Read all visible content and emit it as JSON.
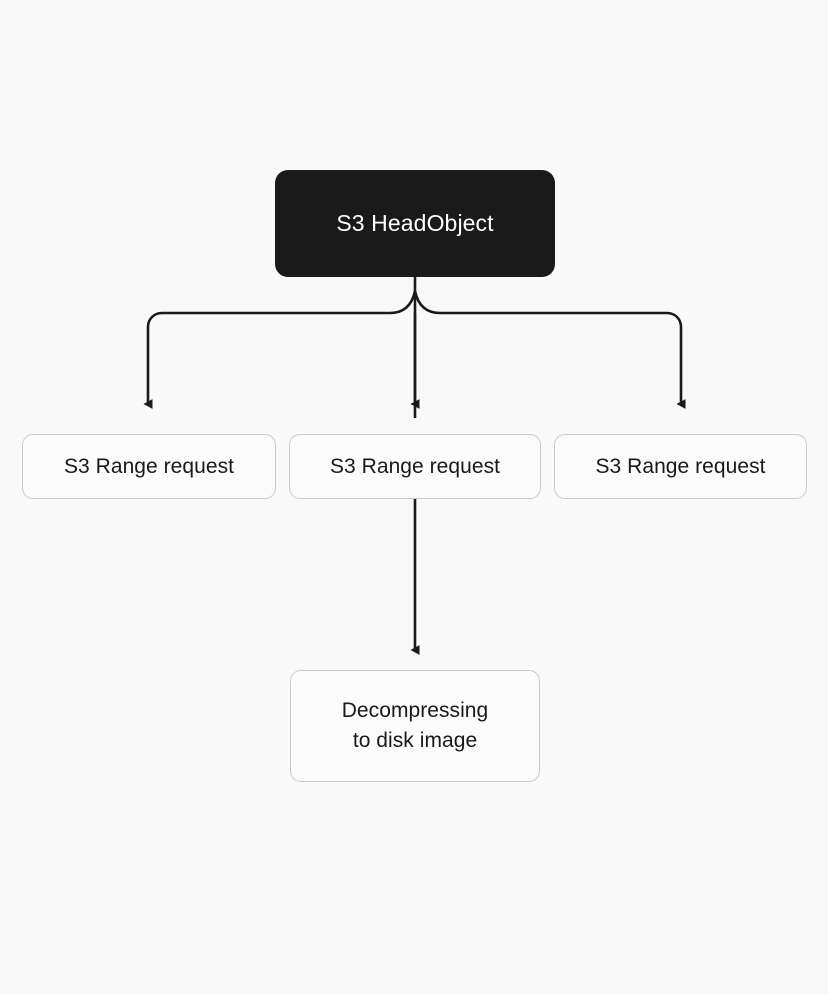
{
  "diagram": {
    "type": "flowchart",
    "direction": "top-down",
    "background_color": "#f9f9f9",
    "nodes": {
      "root": {
        "label": "S3 HeadObject",
        "style": "filled-dark",
        "fill_color": "#1a1a1a",
        "text_color": "#ffffff"
      },
      "branch_left": {
        "label": "S3 Range request",
        "style": "outlined-light",
        "fill_color": "#fbfbfb",
        "border_color": "#c9c9c9",
        "text_color": "#191919"
      },
      "branch_center": {
        "label": "S3 Range request",
        "style": "outlined-light",
        "fill_color": "#fbfbfb",
        "border_color": "#c9c9c9",
        "text_color": "#191919"
      },
      "branch_right": {
        "label": "S3 Range request",
        "style": "outlined-light",
        "fill_color": "#fbfbfb",
        "border_color": "#c9c9c9",
        "text_color": "#191919"
      },
      "leaf": {
        "label_line1": "Decompressing",
        "label_line2": "to disk image",
        "style": "outlined-light",
        "fill_color": "#fbfbfb",
        "border_color": "#c9c9c9",
        "text_color": "#191919"
      }
    },
    "edges": [
      {
        "from": "root",
        "to": "branch_left",
        "arrow": "triangle",
        "color": "#1a1a1a"
      },
      {
        "from": "root",
        "to": "branch_center",
        "arrow": "triangle",
        "color": "#1a1a1a"
      },
      {
        "from": "root",
        "to": "branch_right",
        "arrow": "triangle",
        "color": "#1a1a1a"
      },
      {
        "from": "branch_center",
        "to": "leaf",
        "arrow": "triangle",
        "color": "#1a1a1a"
      }
    ]
  }
}
